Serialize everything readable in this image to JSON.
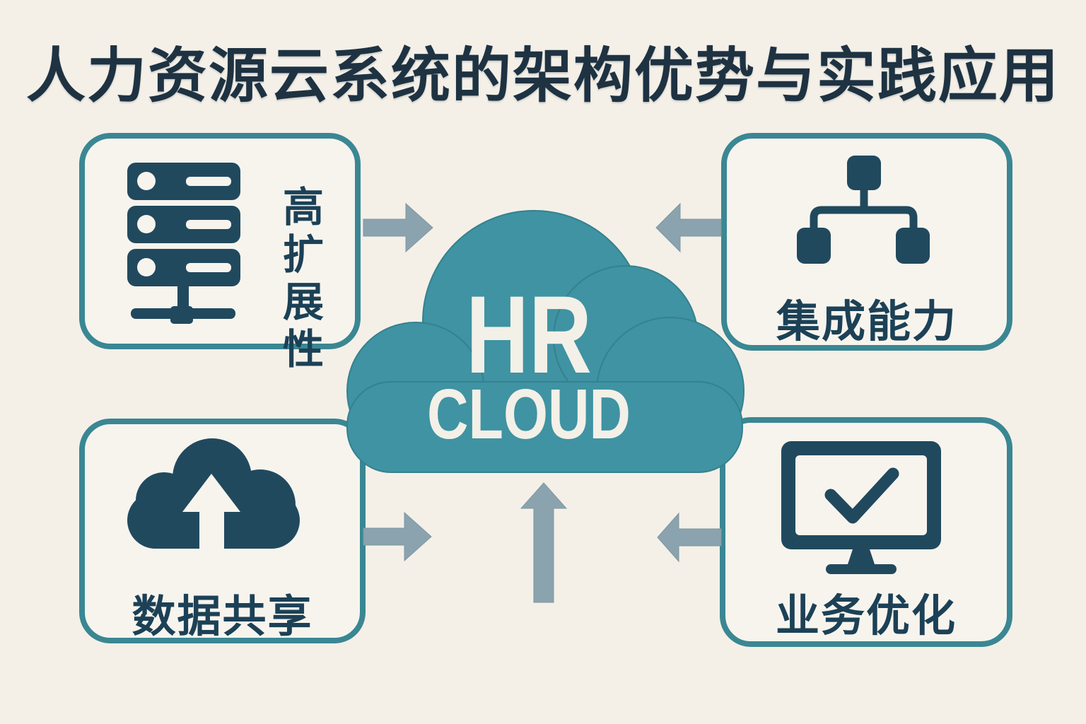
{
  "title": "人力资源云系统的架构优势与实践应用",
  "cloud": {
    "line1": "HR",
    "line2": "CLOUD"
  },
  "features": {
    "scalability": {
      "label": "高扩展性",
      "icon": "server-stack-icon",
      "position": "top-left",
      "label_orientation": "vertical"
    },
    "integration": {
      "label": "集成能力",
      "icon": "org-hierarchy-icon",
      "position": "top-right",
      "label_orientation": "horizontal"
    },
    "data_sharing": {
      "label": "数据共享",
      "icon": "cloud-upload-icon",
      "position": "bottom-left",
      "label_orientation": "horizontal"
    },
    "optimization": {
      "label": "业务优化",
      "icon": "monitor-check-icon",
      "position": "bottom-right",
      "label_orientation": "horizontal"
    }
  },
  "arrows": [
    {
      "name": "arrow-scalability-to-cloud",
      "direction": "right"
    },
    {
      "name": "arrow-integration-to-cloud",
      "direction": "left"
    },
    {
      "name": "arrow-datasharing-to-cloud",
      "direction": "right"
    },
    {
      "name": "arrow-optimization-to-cloud",
      "direction": "left"
    },
    {
      "name": "arrow-bottom-to-cloud",
      "direction": "up"
    }
  ],
  "colors": {
    "background": "#f4f0e8",
    "title_text": "#1e3242",
    "box_border": "#3a8793",
    "box_background": "#f7f4ee",
    "icon": "#21495e",
    "label_text": "#1c4156",
    "cloud_fill": "#3f93a2",
    "cloud_text": "#f3f0e8",
    "arrow": "#8ba3ae"
  }
}
